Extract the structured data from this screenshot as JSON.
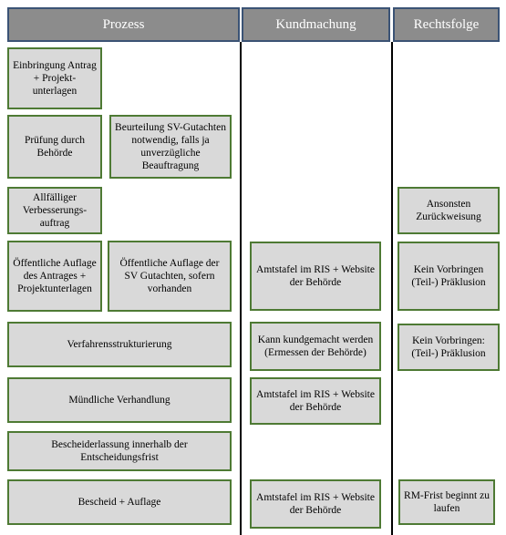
{
  "headers": {
    "prozess": "Prozess",
    "kundmachung": "Kundmachung",
    "rechtsfolge": "Rechtsfolge"
  },
  "boxes": {
    "einbringung": "Einbringung Antrag + Projekt-unterlagen",
    "pruefung": "Prüfung durch Behörde",
    "beurteilung": "Beurteilung SV-Gutachten notwendig, falls ja unverzügliche Beauftragung",
    "verbesserung": "Allfälliger Verbesserungs-auftrag",
    "zurueckweisung": "Ansonsten Zurückweisung",
    "oeffentliche_auflage": "Öffentliche Auflage des Antrages + Projektunterlagen",
    "sv_auflage": "Öffentliche Auflage der SV Gutachten, sofern vorhanden",
    "amtstafel_1": "Amtstafel im RIS + Website der Behörde",
    "praeklusion_1": "Kein Vorbringen (Teil-) Präklusion",
    "strukturierung": "Verfahrensstrukturierung",
    "kundgemacht": "Kann kundgemacht werden (Ermessen der Behörde)",
    "praeklusion_2": "Kein Vorbringen: (Teil-) Präklusion",
    "verhandlung": "Mündliche Verhandlung",
    "amtstafel_2": "Amtstafel im RIS + Website der Behörde",
    "bescheiderlassung": "Bescheiderlassung innerhalb der Entscheidungsfrist",
    "bescheid": "Bescheid + Auflage",
    "amtstafel_3": "Amtstafel im RIS + Website der Behörde",
    "rm_frist": "RM-Frist beginnt zu laufen"
  },
  "colors": {
    "header_fill": "#8c8c8c",
    "header_border": "#3b5375",
    "box_fill": "#d9d9d9",
    "box_border": "#4e7a34"
  }
}
